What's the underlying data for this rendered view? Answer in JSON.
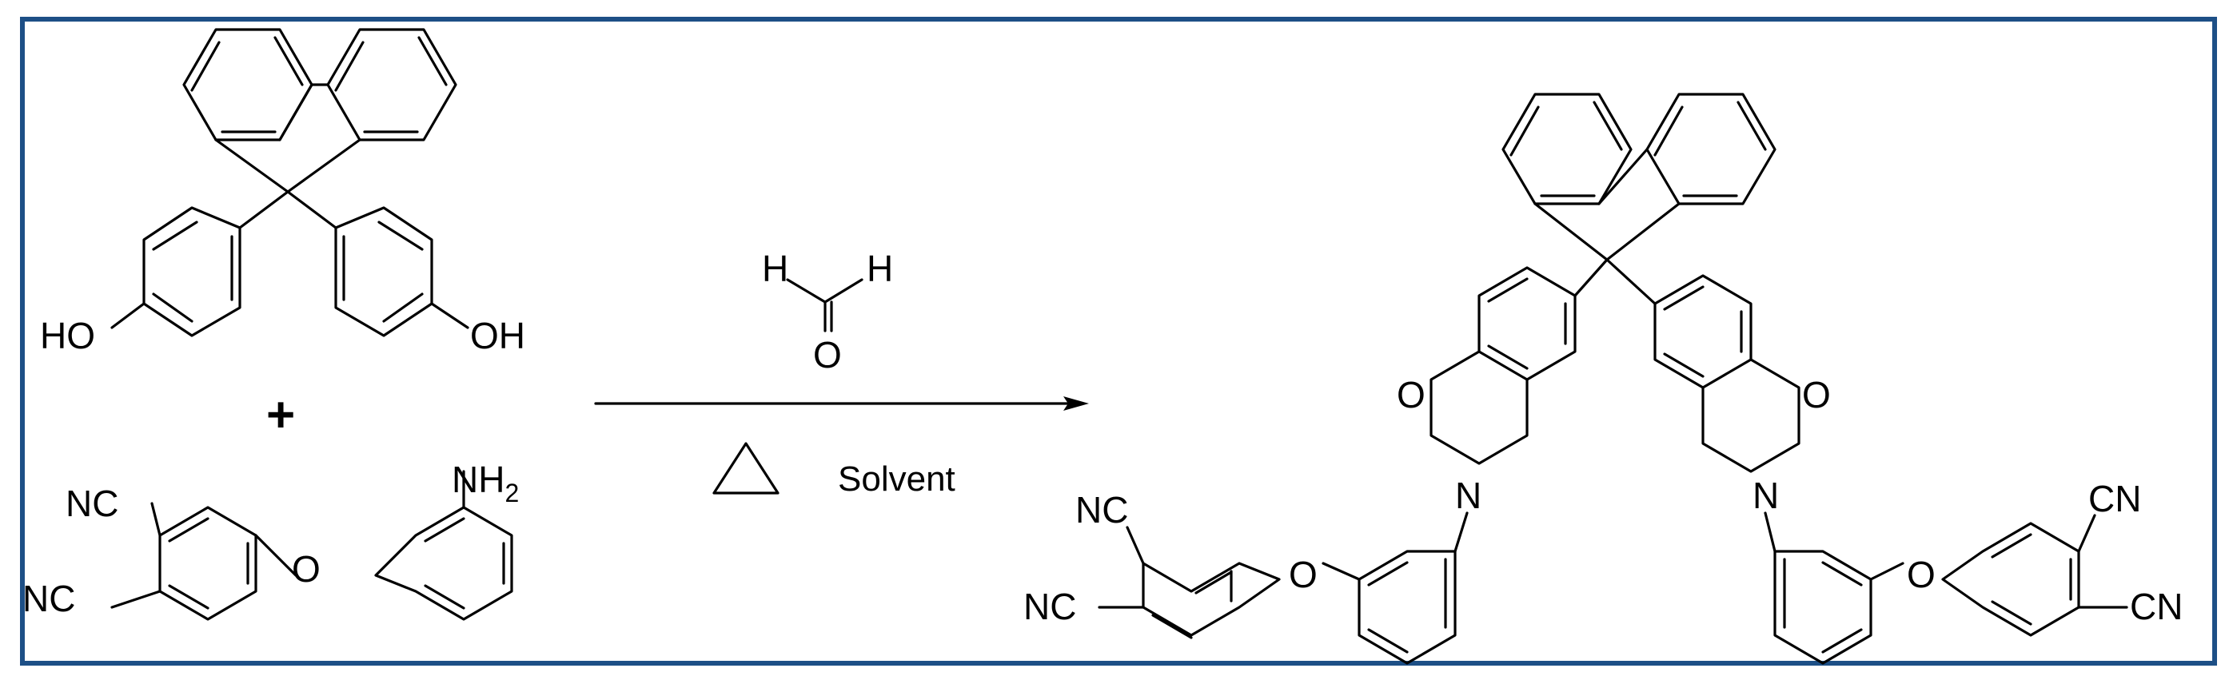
{
  "scheme": {
    "plus_sign": "+",
    "reactant_diol": {
      "ho_left": "HO",
      "oh_right": "OH"
    },
    "reactant_amine": {
      "nc_top": "NC",
      "nc_bottom": "NC",
      "ether_o": "O",
      "amine_n": "NH",
      "amine_subscript": "2"
    },
    "reagent": {
      "h_left": "H",
      "h_right": "H",
      "carbonyl_o": "O",
      "heat_symbol": "△",
      "solvent": "Solvent"
    },
    "product": {
      "ring_o_left": "O",
      "ring_n_left": "N",
      "ring_o_right": "O",
      "ring_n_right": "N",
      "ether_o_left": "O",
      "ether_o_right": "O",
      "nc_left_top": "NC",
      "nc_left_bottom": "NC",
      "cn_right_top": "CN",
      "cn_right_bottom": "CN"
    },
    "colors": {
      "frame": "#1d4f86",
      "ink": "#000000",
      "background": "#ffffff"
    }
  }
}
